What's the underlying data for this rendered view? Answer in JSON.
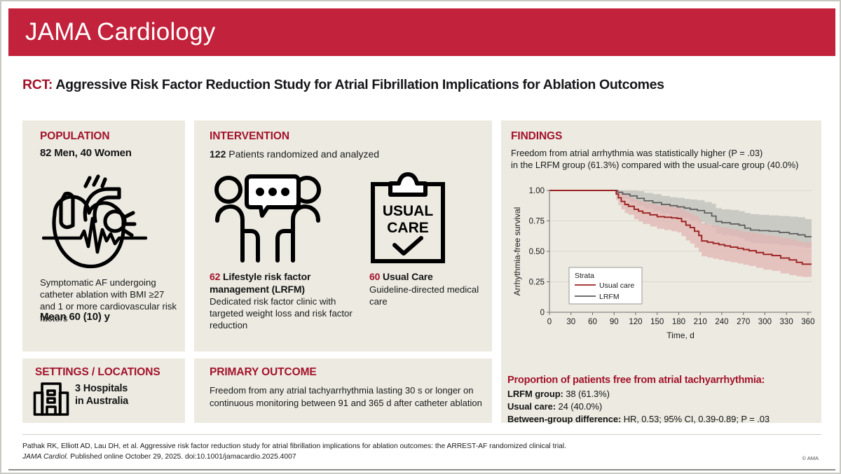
{
  "header": {
    "journal": "JAMA Cardiology"
  },
  "study": {
    "label": "RCT:",
    "title": "Aggressive Risk Factor Reduction Study for Atrial Fibrillation Implications for Ablation Outcomes"
  },
  "population": {
    "heading": "POPULATION",
    "subheading": "82 Men, 40 Women",
    "icon": "heart-icon",
    "description": "Symptomatic AF undergoing catheter ablation with BMI ≥27 and 1 or more cardiovascular risk factors",
    "mean_age": "Mean 60 (10) y"
  },
  "intervention": {
    "heading": "INTERVENTION",
    "count": "122",
    "count_label": "Patients randomized and analyzed",
    "arm1": {
      "n": "62",
      "title": "Lifestyle risk factor management (LRFM)",
      "description": "Dedicated risk factor clinic with targeted weight loss and risk factor reduction",
      "icon": "two-people-talking-icon"
    },
    "arm2": {
      "n": "60",
      "title": "Usual Care",
      "description": "Guideline-directed medical care",
      "icon": "clipboard-check-icon",
      "clipboard_line1": "USUAL",
      "clipboard_line2": "CARE"
    }
  },
  "settings": {
    "heading": "SETTINGS / LOCATIONS",
    "icon": "hospital-building-icon",
    "line1": "3 Hospitals",
    "line2": "in Australia"
  },
  "primary_outcome": {
    "heading": "PRIMARY OUTCOME",
    "text": "Freedom from any atrial tachyarrhythmia lasting 30 s or longer on continuous monitoring between 91 and 365 d after catheter ablation"
  },
  "findings": {
    "heading": "FINDINGS",
    "summary_line1": "Freedom from atrial arrhythmia was statistically higher (P = .03)",
    "summary_line2": "in the LRFM group (61.3%) compared with the usual-care group (40.0%)"
  },
  "results": {
    "heading": "Proportion of patients free from atrial tachyarrhythmia:",
    "lrfm_label": "LRFM group:",
    "lrfm_value": "38 (61.3%)",
    "usual_label": "Usual care:",
    "usual_value": "24 (40.0%)",
    "diff_label": "Between-group difference:",
    "diff_value": "HR, 0.53; 95% CI, 0.39-0.89; P = .03"
  },
  "footer": {
    "line1": "Pathak RK, Elliott AD, Lau DH, et al. Aggressive risk factor reduction study for atrial fibrillation implications for ablation outcomes: the ARREST-AF randomized clinical trial.",
    "line2_journal": "JAMA Cardiol.",
    "line2_rest": " Published online October 29, 2025. doi:10.1001/jamacardio.2025.4007",
    "copyright": "© AMA"
  },
  "colors": {
    "brand_red": "#c2223b",
    "heading_red": "#a3132b",
    "panel_bg": "#eceae1",
    "usual_care_line": "#9b2222",
    "lrfm_line": "#5a5a5a",
    "usual_care_band": "#e2b6b3",
    "lrfm_band": "#c8c8c2"
  },
  "chart_data": {
    "type": "line",
    "title": "",
    "xlabel": "Time, d",
    "ylabel": "Arrhythmia-free survival",
    "xlim": [
      0,
      365
    ],
    "ylim": [
      0,
      1.0
    ],
    "xticks": [
      0,
      30,
      60,
      90,
      120,
      150,
      180,
      210,
      240,
      270,
      300,
      330,
      360
    ],
    "yticks": [
      0,
      0.25,
      0.5,
      0.75,
      1.0
    ],
    "ytick_labels": [
      "0",
      "0.25",
      "0.50",
      "0.75",
      "1.00"
    ],
    "grid": true,
    "legend_title": "Strata",
    "legend_position": "lower-left-inside",
    "series": [
      {
        "name": "Usual care",
        "color": "#9b2222",
        "band_color": "#e2b6b3",
        "x": [
          0,
          90,
          93,
          96,
          100,
          105,
          110,
          118,
          124,
          130,
          140,
          150,
          160,
          170,
          178,
          184,
          190,
          196,
          202,
          208,
          212,
          220,
          228,
          236,
          244,
          252,
          262,
          270,
          278,
          288,
          298,
          310,
          322,
          334,
          344,
          352,
          365
        ],
        "y": [
          1.0,
          1.0,
          0.97,
          0.94,
          0.91,
          0.885,
          0.87,
          0.845,
          0.83,
          0.815,
          0.8,
          0.785,
          0.78,
          0.775,
          0.77,
          0.745,
          0.715,
          0.695,
          0.665,
          0.63,
          0.585,
          0.575,
          0.565,
          0.555,
          0.545,
          0.535,
          0.525,
          0.515,
          0.505,
          0.49,
          0.475,
          0.465,
          0.445,
          0.43,
          0.41,
          0.395,
          0.395
        ],
        "ci_lower": [
          1.0,
          1.0,
          0.92,
          0.88,
          0.845,
          0.815,
          0.8,
          0.765,
          0.745,
          0.725,
          0.705,
          0.685,
          0.675,
          0.665,
          0.655,
          0.625,
          0.59,
          0.565,
          0.53,
          0.495,
          0.46,
          0.45,
          0.44,
          0.43,
          0.42,
          0.41,
          0.4,
          0.39,
          0.38,
          0.365,
          0.35,
          0.34,
          0.32,
          0.305,
          0.295,
          0.29,
          0.29
        ],
        "ci_upper": [
          1.0,
          1.0,
          1.0,
          1.0,
          0.98,
          0.96,
          0.945,
          0.925,
          0.915,
          0.9,
          0.89,
          0.875,
          0.87,
          0.865,
          0.86,
          0.845,
          0.825,
          0.81,
          0.79,
          0.765,
          0.73,
          0.72,
          0.71,
          0.7,
          0.69,
          0.68,
          0.67,
          0.66,
          0.655,
          0.645,
          0.635,
          0.625,
          0.61,
          0.6,
          0.585,
          0.575,
          0.575
        ]
      },
      {
        "name": "LRFM",
        "color": "#5a5a5a",
        "band_color": "#c8c8c2",
        "x": [
          0,
          90,
          95,
          102,
          112,
          122,
          132,
          144,
          156,
          168,
          178,
          188,
          196,
          206,
          216,
          226,
          232,
          240,
          252,
          264,
          272,
          280,
          292,
          306,
          320,
          334,
          346,
          356,
          365
        ],
        "y": [
          1.0,
          1.0,
          0.985,
          0.97,
          0.955,
          0.935,
          0.915,
          0.9,
          0.885,
          0.875,
          0.865,
          0.855,
          0.845,
          0.835,
          0.815,
          0.79,
          0.745,
          0.735,
          0.725,
          0.715,
          0.69,
          0.675,
          0.67,
          0.665,
          0.655,
          0.645,
          0.635,
          0.62,
          0.62
        ],
        "ci_lower": [
          1.0,
          1.0,
          0.955,
          0.93,
          0.905,
          0.875,
          0.85,
          0.83,
          0.81,
          0.795,
          0.78,
          0.77,
          0.755,
          0.74,
          0.72,
          0.695,
          0.645,
          0.635,
          0.625,
          0.61,
          0.585,
          0.57,
          0.565,
          0.56,
          0.55,
          0.545,
          0.54,
          0.53,
          0.53
        ],
        "ci_upper": [
          1.0,
          1.0,
          1.0,
          1.0,
          1.0,
          0.995,
          0.98,
          0.97,
          0.955,
          0.945,
          0.94,
          0.93,
          0.925,
          0.92,
          0.905,
          0.89,
          0.855,
          0.845,
          0.84,
          0.83,
          0.815,
          0.805,
          0.8,
          0.795,
          0.79,
          0.785,
          0.78,
          0.765,
          0.765
        ]
      }
    ]
  }
}
